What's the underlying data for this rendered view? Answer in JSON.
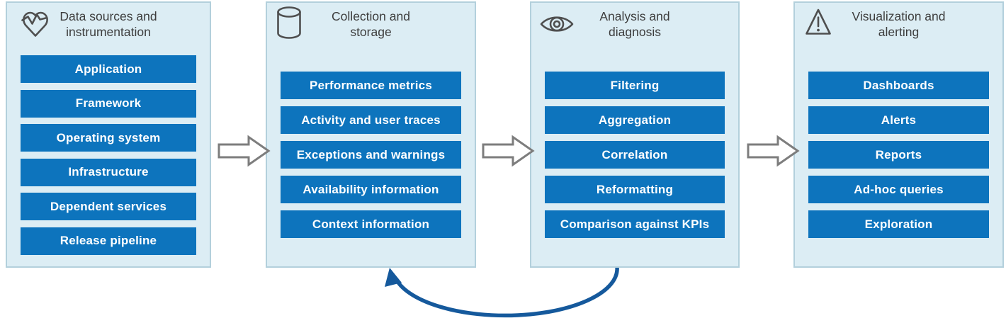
{
  "diagram": {
    "columns": [
      {
        "icon": "heartbeat-icon",
        "title_lines": [
          "Data sources and",
          "instrumentation"
        ],
        "items": [
          "Application",
          "Framework",
          "Operating system",
          "Infrastructure",
          "Dependent services",
          "Release pipeline"
        ]
      },
      {
        "icon": "database-icon",
        "title_lines": [
          "Collection and",
          "storage"
        ],
        "items": [
          "Performance metrics",
          "Activity and user traces",
          "Exceptions and warnings",
          "Availability information",
          "Context information"
        ]
      },
      {
        "icon": "eye-icon",
        "title_lines": [
          "Analysis and",
          "diagnosis"
        ],
        "items": [
          "Filtering",
          "Aggregation",
          "Correlation",
          "Reformatting",
          "Comparison against KPIs"
        ]
      },
      {
        "icon": "warning-triangle-icon",
        "title_lines": [
          "Visualization and",
          "alerting"
        ],
        "items": [
          "Dashboards",
          "Alerts",
          "Reports",
          "Ad-hoc queries",
          "Exploration"
        ]
      }
    ],
    "colors": {
      "item_box": "#0d74bd",
      "panel_background": "#dcedf4",
      "panel_border": "#b3d0dc",
      "header_text": "#3d3d3d",
      "icon_stroke": "#4f4f4f",
      "flow_arrow_outline": "#7d7d7d",
      "feedback_arrow": "#15599c"
    }
  }
}
